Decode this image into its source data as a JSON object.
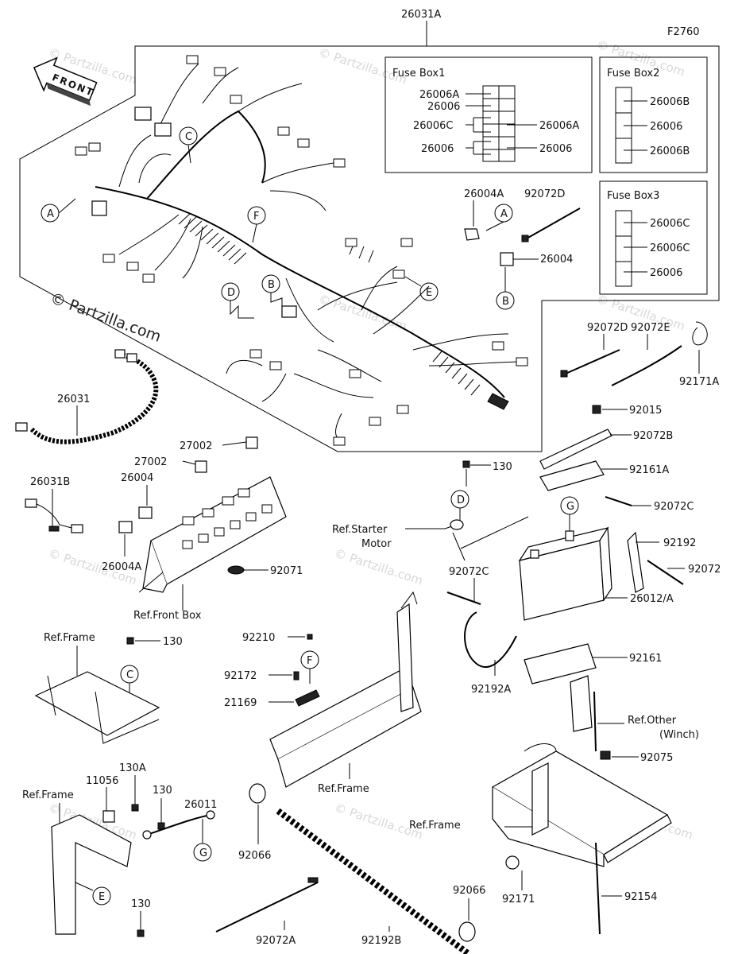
{
  "diagram": {
    "code": "F2760",
    "front_label": "FRONT",
    "watermark_main": "© Partzilla.com",
    "watermark_faint": "© Partzilla.com"
  },
  "fuse_boxes": [
    {
      "title": "Fuse Box1",
      "labels": [
        "26006A",
        "26006",
        "26006C",
        "26006A",
        "26006",
        "26006"
      ]
    },
    {
      "title": "Fuse Box2",
      "labels": [
        "26006B",
        "26006",
        "26006B"
      ]
    },
    {
      "title": "Fuse Box3",
      "labels": [
        "26006C",
        "26006C",
        "26006"
      ]
    }
  ],
  "part_labels": {
    "p26031A": "26031A",
    "p26031": "26031",
    "p26031B": "26031B",
    "p26004A_top": "26004A",
    "p92072D_top": "92072D",
    "p26004_top": "26004",
    "p92072D": "92072D",
    "p92072E": "92072E",
    "p92171A": "92171A",
    "p92015": "92015",
    "p92072B": "92072B",
    "p130_batt": "130",
    "p92161A": "92161A",
    "p92072C_right": "92072C",
    "p92192": "92192",
    "p92072": "92072",
    "p26012A": "26012/A",
    "p92072C_left": "92072C",
    "p92161": "92161",
    "p92192A": "92192A",
    "p92075": "92075",
    "p92154": "92154",
    "p92171": "92171",
    "p27002_a": "27002",
    "p27002_b": "27002",
    "p26004_mid": "26004",
    "p26004A_mid": "26004A",
    "p92071": "92071",
    "p130_frame": "130",
    "p92210": "92210",
    "p92172": "92172",
    "p21169": "21169",
    "p11056": "11056",
    "p130A": "130A",
    "p130_lower": "130",
    "p26011": "26011",
    "p130_bottom": "130",
    "p92066_left": "92066",
    "p92066_right": "92066",
    "p92072A": "92072A",
    "p92192B": "92192B"
  },
  "ref_labels": {
    "starter_motor_1": "Ref.Starter",
    "starter_motor_2": "Motor",
    "front_box": "Ref.Front Box",
    "frame_left": "Ref.Frame",
    "frame_mid": "Ref.Frame",
    "frame_lower_left": "Ref.Frame",
    "frame_right": "Ref.Frame",
    "other_winch_1": "Ref.Other",
    "other_winch_2": "(Winch)"
  },
  "callouts": {
    "A1": "A",
    "A2": "A",
    "B1": "B",
    "B2": "B",
    "C1": "C",
    "C2": "C",
    "D1": "D",
    "D2": "D",
    "E1": "E",
    "E2": "E",
    "F1": "F",
    "F2": "F",
    "G1": "G",
    "G2": "G"
  }
}
